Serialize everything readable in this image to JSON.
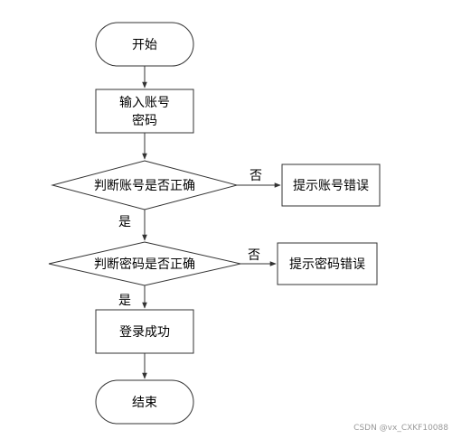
{
  "nodes": {
    "start": "开始",
    "input": [
      "输入账号",
      "密码"
    ],
    "check_account": "判断账号是否正确",
    "account_error": "提示账号错误",
    "check_password": "判断密码是否正确",
    "password_error": "提示密码错误",
    "login_success": "登录成功",
    "end": "结束"
  },
  "edges": {
    "account_no": "否",
    "account_yes": "是",
    "password_no": "否",
    "password_yes": "是"
  },
  "watermark": "CSDN @vx_CXKF10088"
}
